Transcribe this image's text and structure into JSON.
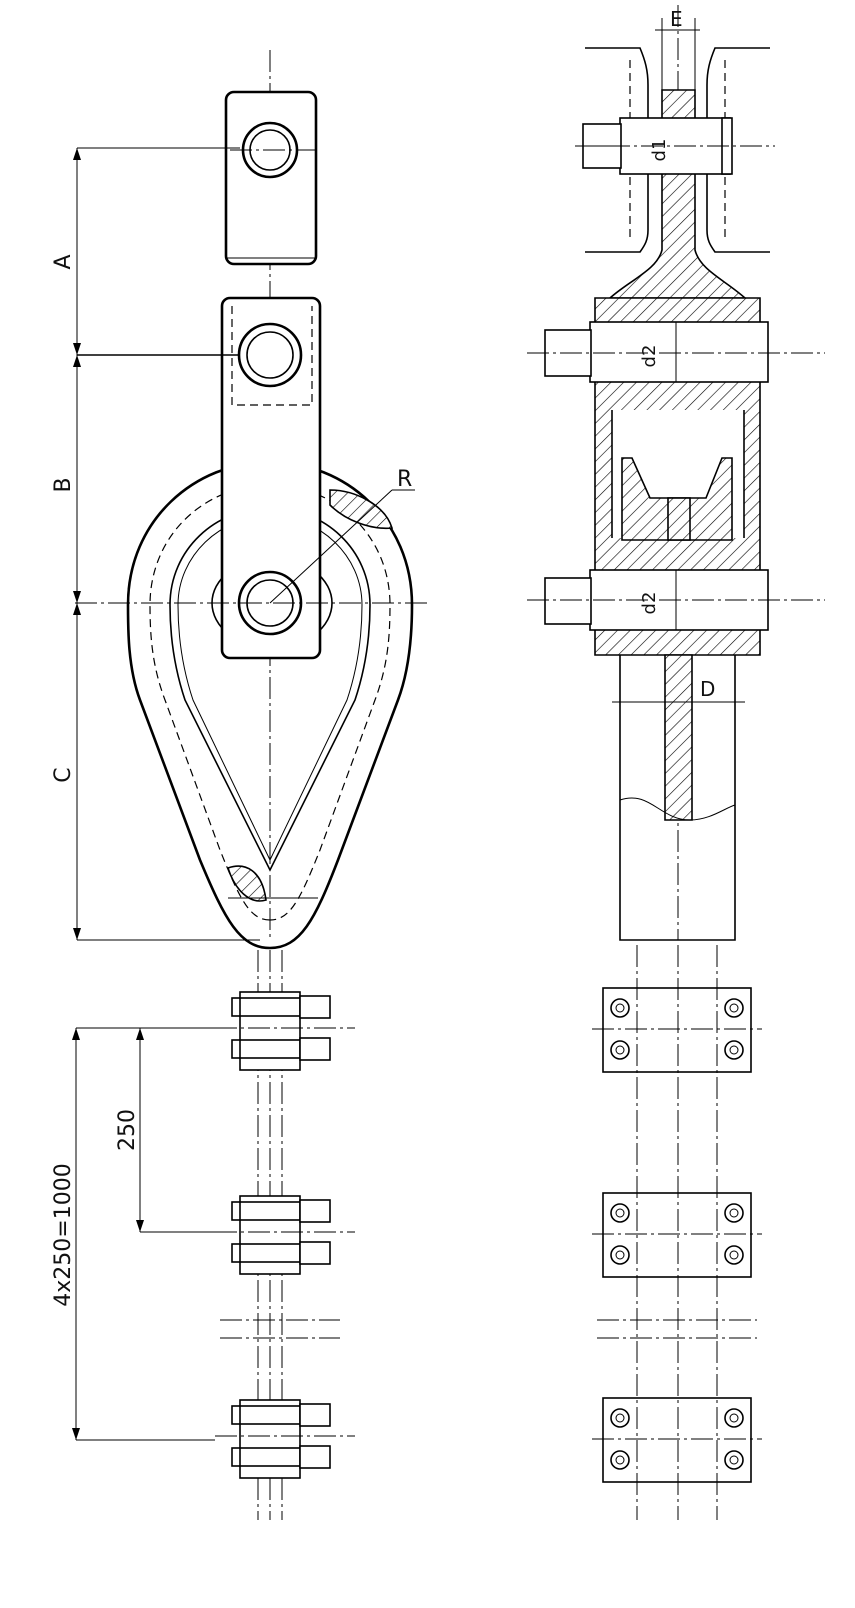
{
  "drawing": {
    "labels": {
      "dim_a": "A",
      "dim_b": "B",
      "dim_c": "C",
      "dim_r": "R",
      "dim_e": "E",
      "dim_d": "D",
      "dim_d1": "d1",
      "dim_d2_upper": "d2",
      "dim_d2_lower": "d2",
      "dim_spacing": "250",
      "dim_total": "4x250=1000"
    }
  }
}
